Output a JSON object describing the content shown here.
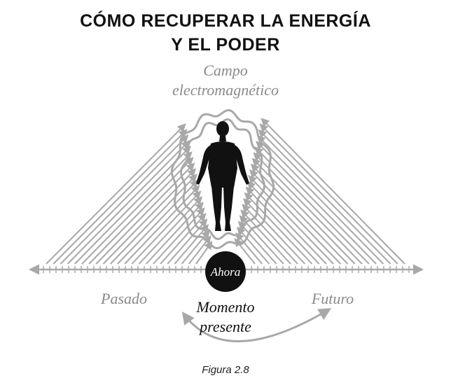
{
  "title": {
    "line1": "CÓMO RECUPERAR LA ENERGÍA",
    "line2": "Y EL PODER"
  },
  "field_label": {
    "line1": "Campo",
    "line2": "electromagnético"
  },
  "now_label": "Ahora",
  "past_label": "Pasado",
  "future_label": "Futuro",
  "moment_label": {
    "line1": "Momento",
    "line2": "presente"
  },
  "caption": "Figura 2.8",
  "colors": {
    "arrows": "#a8a8a8",
    "label_gray": "#8a8a8a",
    "figure": "#111111",
    "now_circle": "#111111"
  }
}
